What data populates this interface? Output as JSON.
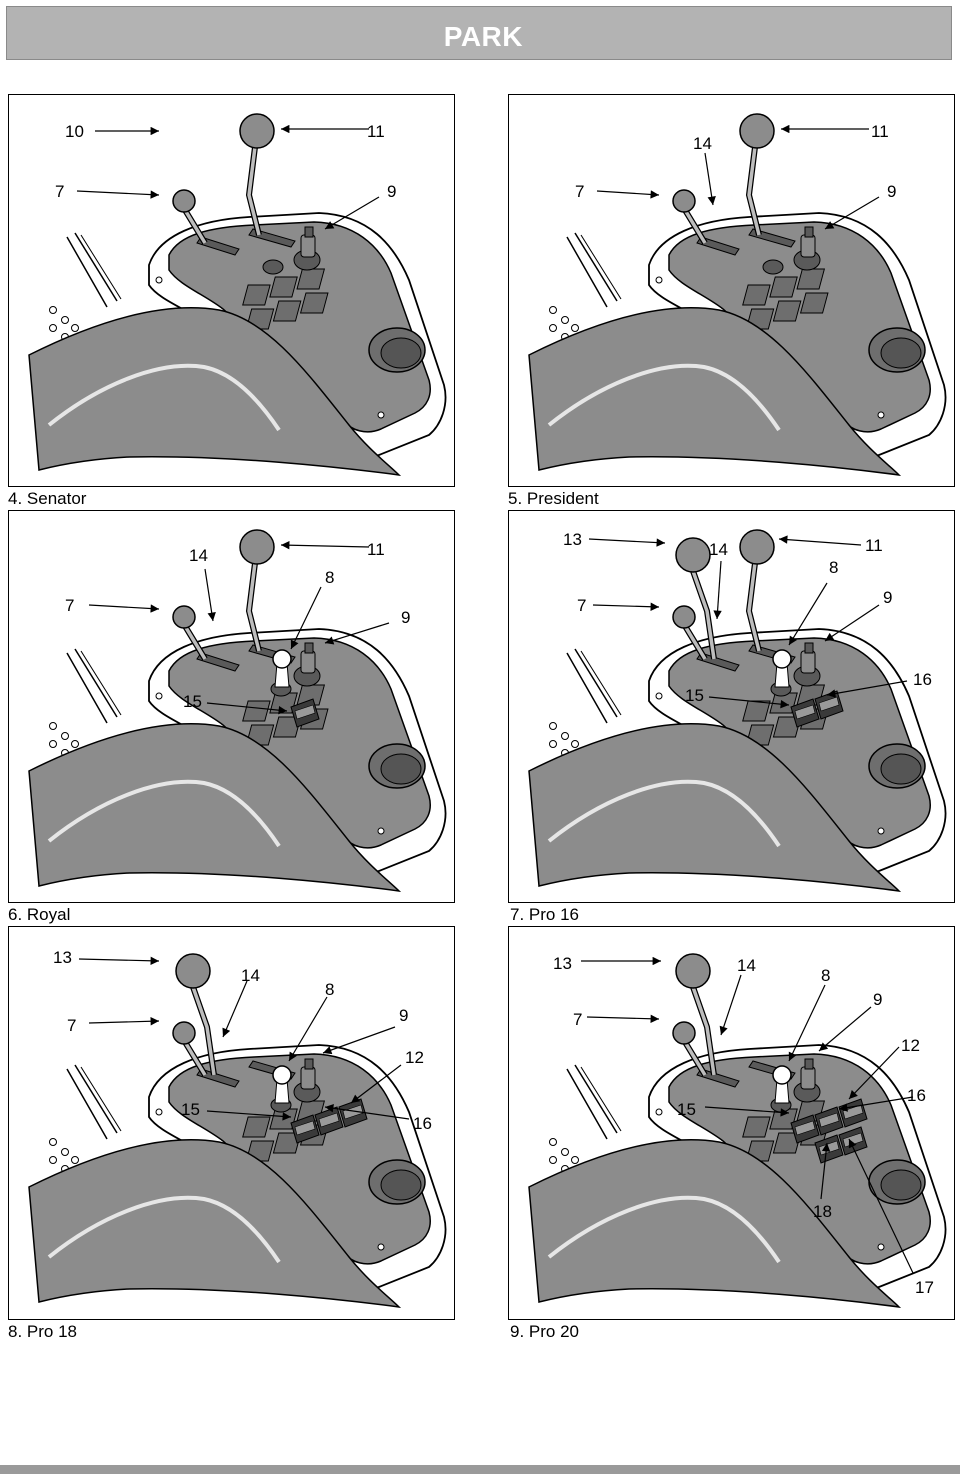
{
  "header": {
    "title": "PARK"
  },
  "panels": [
    {
      "caption": "4. Senator",
      "callouts": [
        "10",
        "11",
        "7",
        "9"
      ]
    },
    {
      "caption": "5. President",
      "callouts": [
        "14",
        "11",
        "7",
        "9"
      ]
    },
    {
      "caption": "6. Royal",
      "callouts": [
        "14",
        "11",
        "8",
        "7",
        "9",
        "15"
      ]
    },
    {
      "caption": "7. Pro 16",
      "callouts": [
        "13",
        "14",
        "11",
        "8",
        "7",
        "9",
        "15",
        "16"
      ]
    },
    {
      "caption": "8. Pro 18",
      "callouts": [
        "13",
        "14",
        "8",
        "7",
        "9",
        "12",
        "15",
        "16"
      ]
    },
    {
      "caption": "9. Pro 20",
      "callouts": [
        "13",
        "14",
        "8",
        "9",
        "7",
        "12",
        "16",
        "15",
        "18",
        "17"
      ]
    }
  ]
}
